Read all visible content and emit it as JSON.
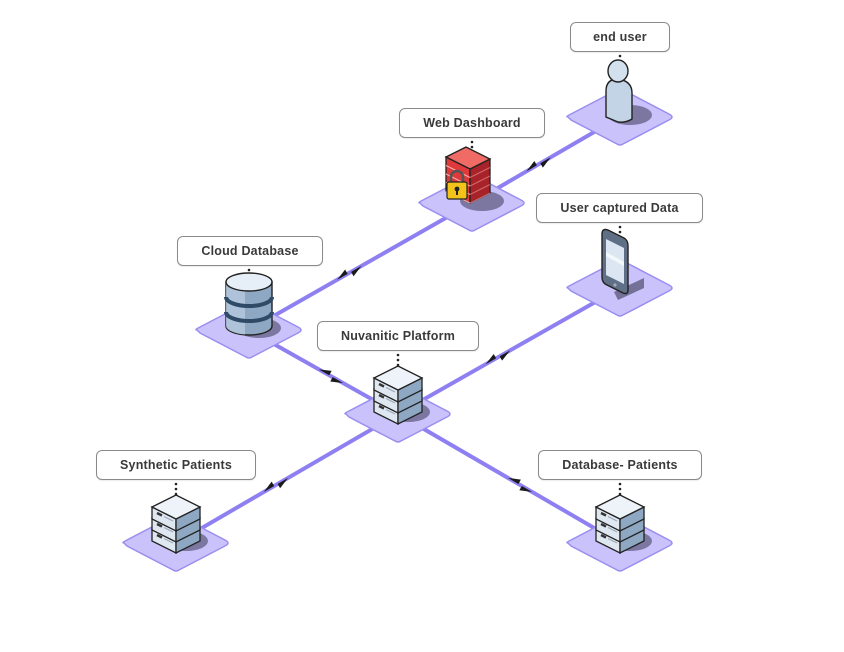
{
  "diagram": {
    "title": "",
    "colors": {
      "link": "#8f80f2",
      "platform_fill": "#c9c2fb",
      "platform_stroke": "#9a8ef0",
      "device_fill": "#c3d4e6",
      "device_dark": "#8ea7c2",
      "firewall": "#e0393b",
      "lock": "#f2c318",
      "arrow": "#1a1a1a",
      "label_border": "#8a8a8a",
      "label_text": "#3a3a3a"
    },
    "nodes": [
      {
        "id": "end_user",
        "label": "end user",
        "icon": "user-icon"
      },
      {
        "id": "web_dashboard",
        "label": "Web Dashboard",
        "icon": "firewall-lock-icon"
      },
      {
        "id": "user_captured_data",
        "label": "User captured Data",
        "icon": "smartphone-icon"
      },
      {
        "id": "cloud_database",
        "label": "Cloud Database",
        "icon": "database-cylinder-icon"
      },
      {
        "id": "nuvanitic_platform",
        "label": "Nuvanitic Platform",
        "icon": "server-stack-icon"
      },
      {
        "id": "synthetic_patients",
        "label": "Synthetic Patients",
        "icon": "server-stack-icon"
      },
      {
        "id": "database_patients",
        "label": "Database- Patients",
        "icon": "server-stack-icon"
      }
    ],
    "edges": [
      {
        "from": "end_user",
        "to": "web_dashboard",
        "direction": "bidirectional"
      },
      {
        "from": "web_dashboard",
        "to": "cloud_database",
        "direction": "bidirectional"
      },
      {
        "from": "cloud_database",
        "to": "nuvanitic_platform",
        "direction": "bidirectional"
      },
      {
        "from": "user_captured_data",
        "to": "nuvanitic_platform",
        "direction": "bidirectional"
      },
      {
        "from": "nuvanitic_platform",
        "to": "synthetic_patients",
        "direction": "bidirectional"
      },
      {
        "from": "nuvanitic_platform",
        "to": "database_patients",
        "direction": "bidirectional"
      }
    ]
  }
}
